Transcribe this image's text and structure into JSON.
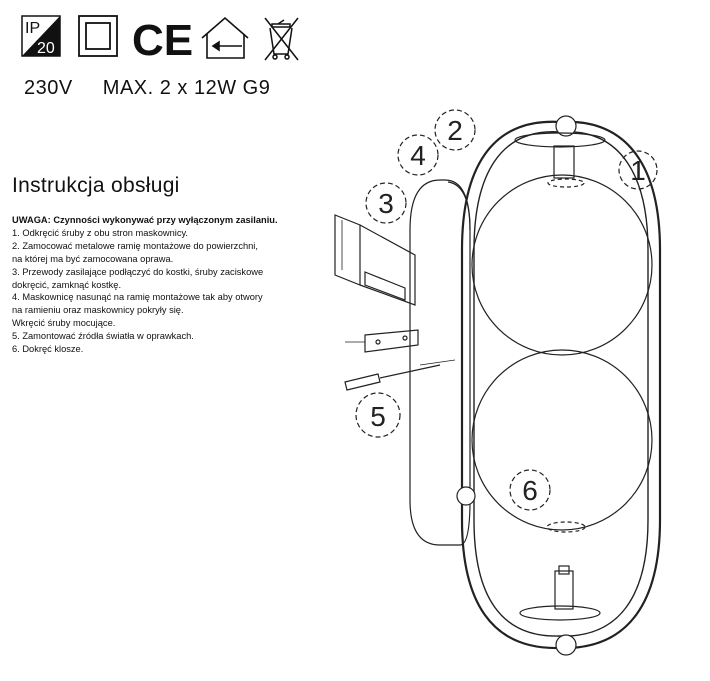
{
  "icons": {
    "ip_rating": {
      "top": "IP",
      "bottom": "20"
    },
    "items": [
      "ip20-icon",
      "class-ii-icon",
      "ce-mark-icon",
      "indoor-use-icon",
      "weee-bin-icon"
    ],
    "ce_text": "CE"
  },
  "spec": {
    "voltage": "230V",
    "power": "MAX. 2 x 12W G9"
  },
  "instructions": {
    "title": "Instrukcja obsługi",
    "warning": "UWAGA: Czynności wykonywać przy wyłączonym zasilaniu.",
    "lines": [
      "1. Odkręcić śruby z obu stron maskownicy.",
      "2. Zamocować metalowe ramię montażowe do powierzchni,",
      "na której ma być zamocowana oprawa.",
      "3. Przewody zasilające podłączyć do kostki, śruby zaciskowe",
      "dokręcić, zamknąć kostkę.",
      "4. Maskownicę nasunąć na ramię montażowe tak aby otwory",
      "na ramieniu oraz maskownicy pokryły się.",
      "Wkręcić śruby mocujące.",
      "5. Zamontować źródła światła w oprawkach.",
      "6. Dokręć klosze."
    ]
  },
  "diagram": {
    "step_labels": [
      "1",
      "2",
      "3",
      "4",
      "5",
      "6"
    ]
  }
}
